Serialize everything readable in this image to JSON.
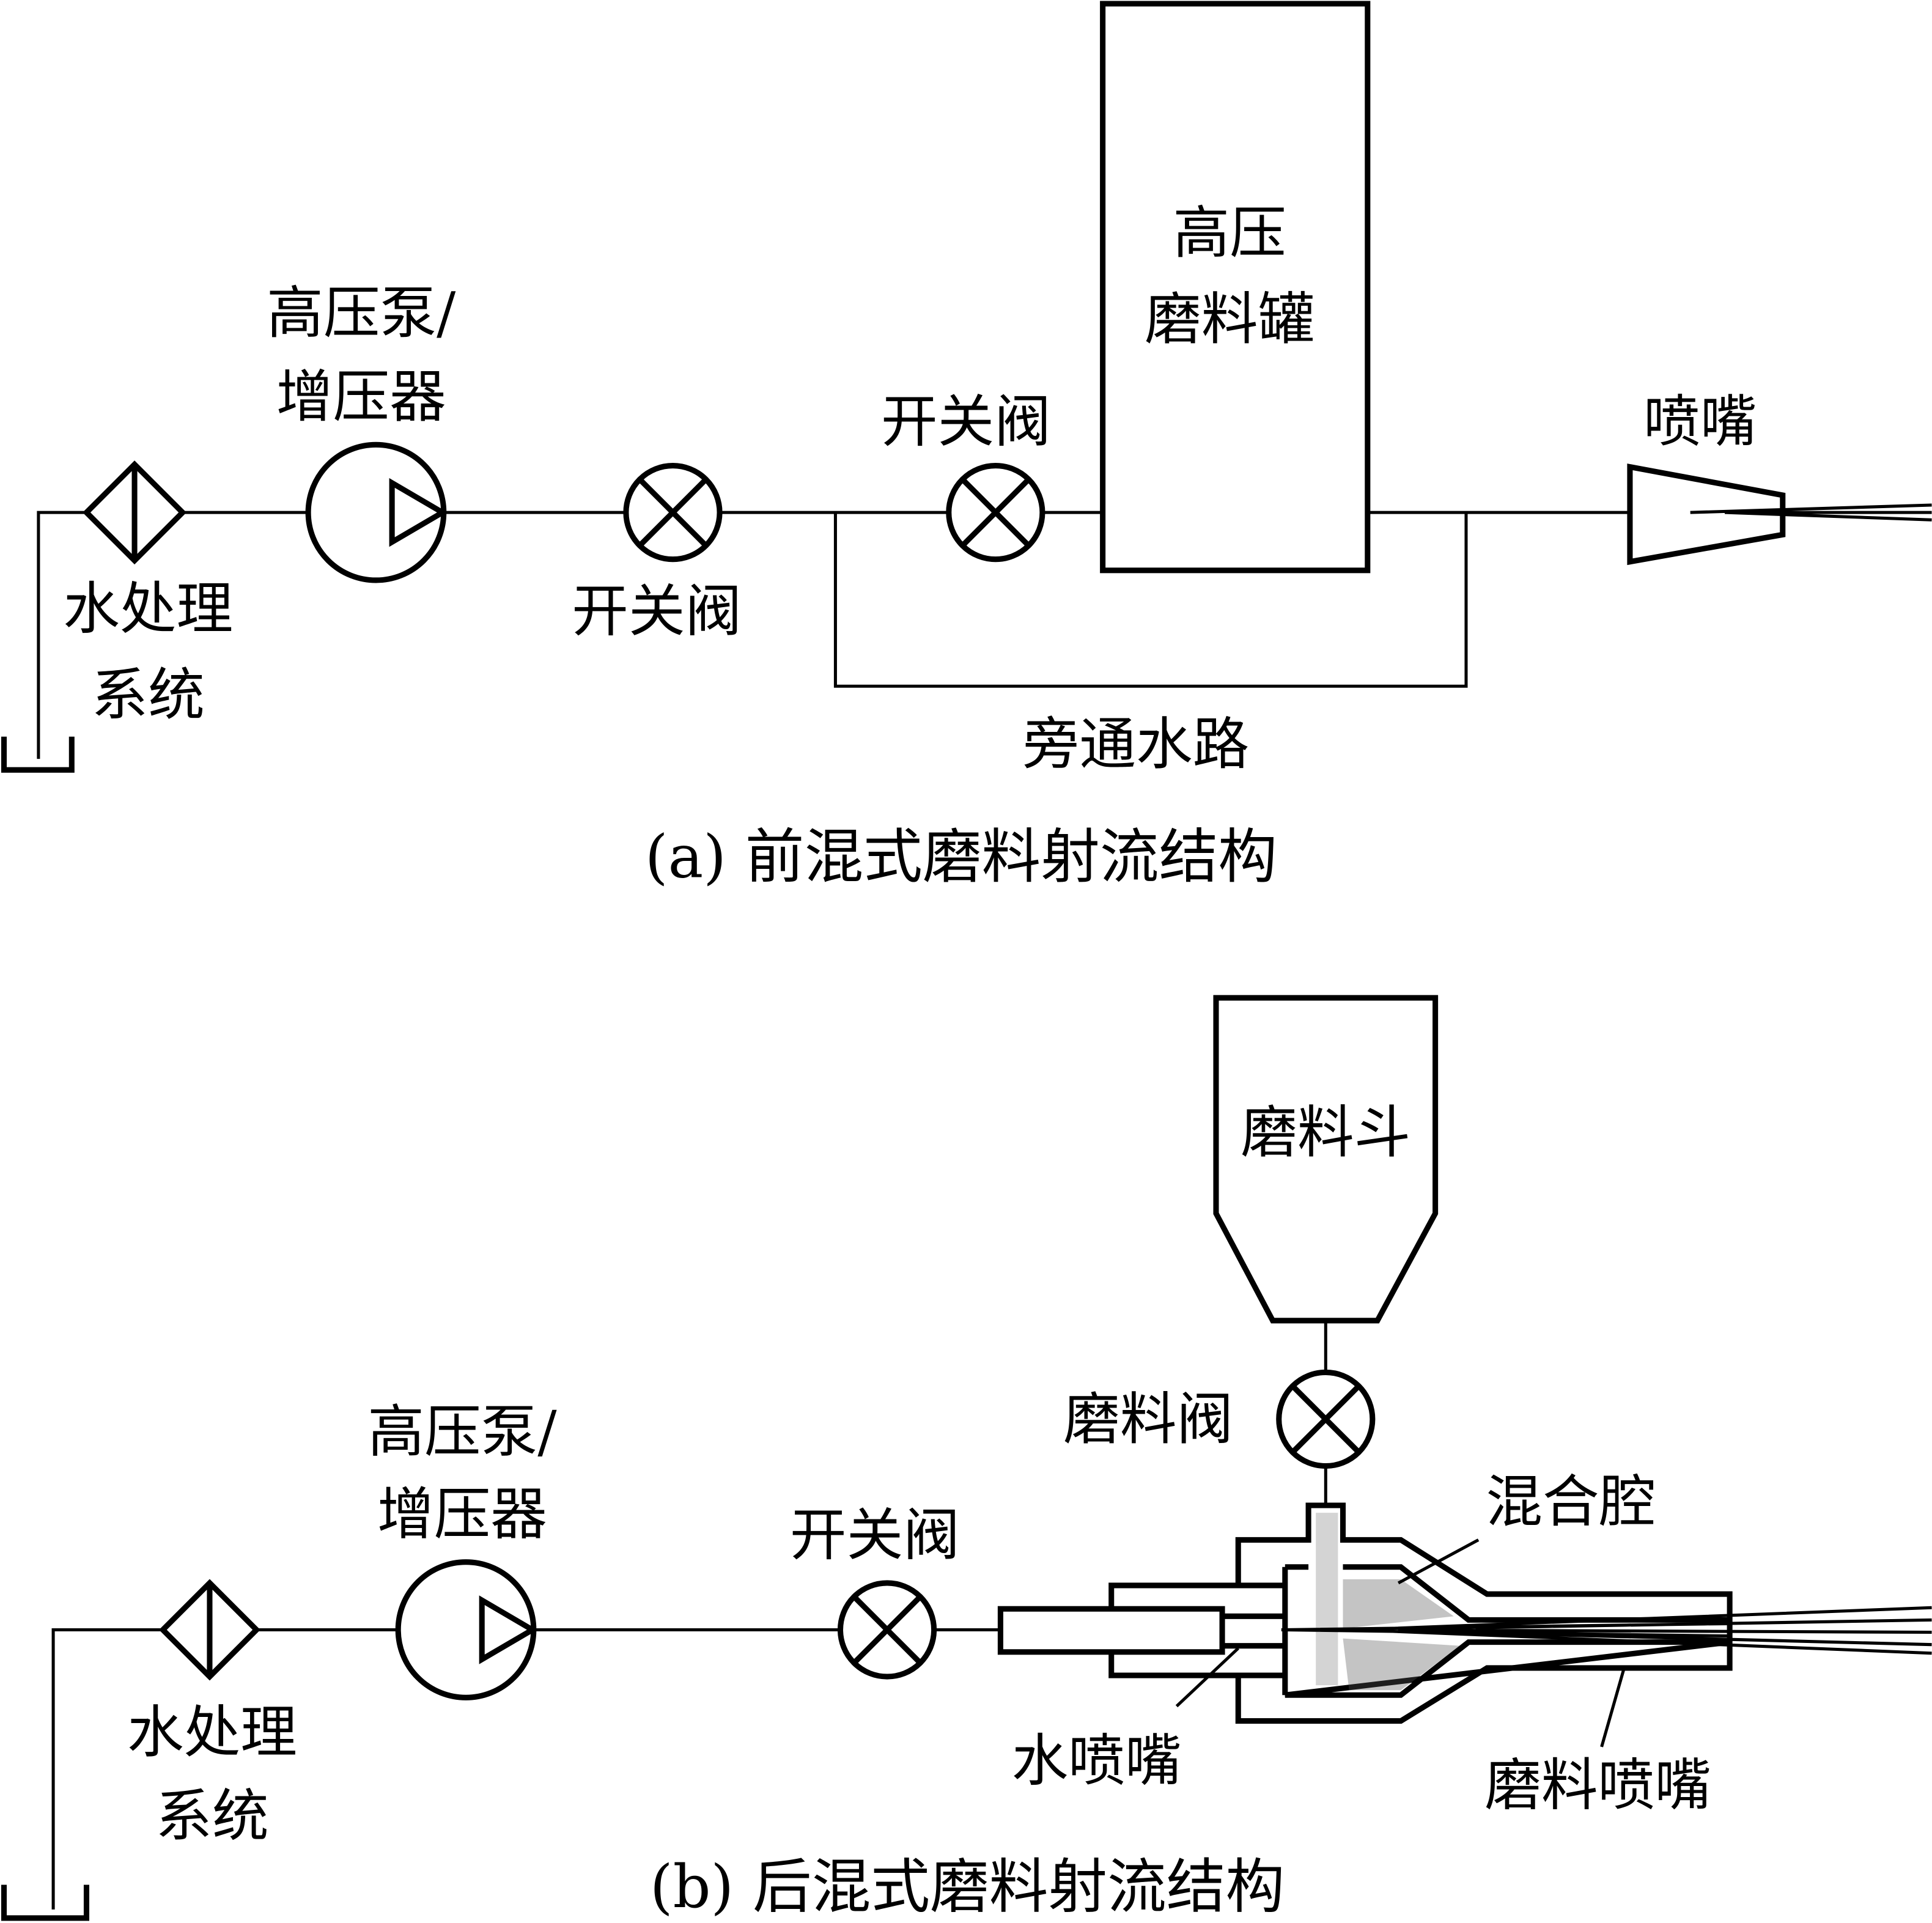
{
  "diagram_a": {
    "caption": "(a)  前混式磨料射流结构",
    "water_treatment": [
      "水处理",
      "系统"
    ],
    "pump": [
      "高压泵/",
      "增压器"
    ],
    "valve1": "开关阀",
    "valve2": "开关阀",
    "tank": [
      "高压",
      "磨料罐"
    ],
    "nozzle": "喷嘴",
    "bypass": "旁通水路"
  },
  "diagram_b": {
    "caption": "(b)  后混式磨料射流结构",
    "water_treatment": [
      "水处理",
      "系统"
    ],
    "pump": [
      "高压泵/",
      "增压器"
    ],
    "valve": "开关阀",
    "hopper": "磨料斗",
    "abrasive_valve": "磨料阀",
    "mixing_chamber": "混合腔",
    "water_nozzle": "水喷嘴",
    "abrasive_nozzle": "磨料喷嘴"
  }
}
